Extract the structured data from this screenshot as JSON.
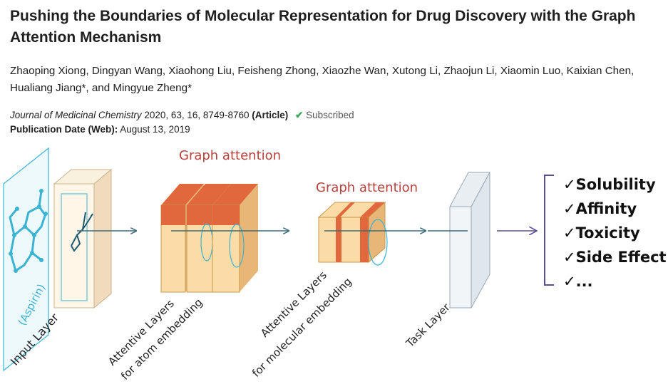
{
  "paper": {
    "title": "Pushing the Boundaries of Molecular Representation for Drug Discovery with the Graph Attention Mechanism",
    "authors": "Zhaoping Xiong, Dingyan Wang, Xiaohong Liu, Feisheng Zhong, Xiaozhe Wan, Xutong Li, Zhaojun Li, Xiaomin Luo, Kaixian Chen, Hualiang Jiang*, and Mingyue Zheng*",
    "journal": "Journal of Medicinal Chemistry",
    "citation": "2020, 63, 16, 8749-8760",
    "type": "(Article)",
    "subscribed": "Subscribed",
    "pub_date_label": "Publication Date (Web):",
    "pub_date": "August 13, 2019"
  },
  "figure": {
    "input_label": "Input Layer",
    "aspirin_label": "(Aspirin)",
    "graph_attention_1": "Graph attention",
    "graph_attention_2": "Graph attention",
    "atom_layers_line1": "Attentive Layers",
    "atom_layers_line2": "for atom embedding",
    "mol_layers_line1": "Attentive Layers",
    "mol_layers_line2": "for molecular embedding",
    "task_label": "Task Layer",
    "outputs": [
      "✓Solubility",
      "✓Affinity",
      "✓Toxicity",
      "✓Side Effect",
      "✓..."
    ]
  },
  "colors": {
    "teal": "#3bb3d3",
    "red_text": "#b5423c",
    "orange": "#e0683c",
    "arrow": "#3d6b78",
    "bracket": "#5b4e96"
  }
}
